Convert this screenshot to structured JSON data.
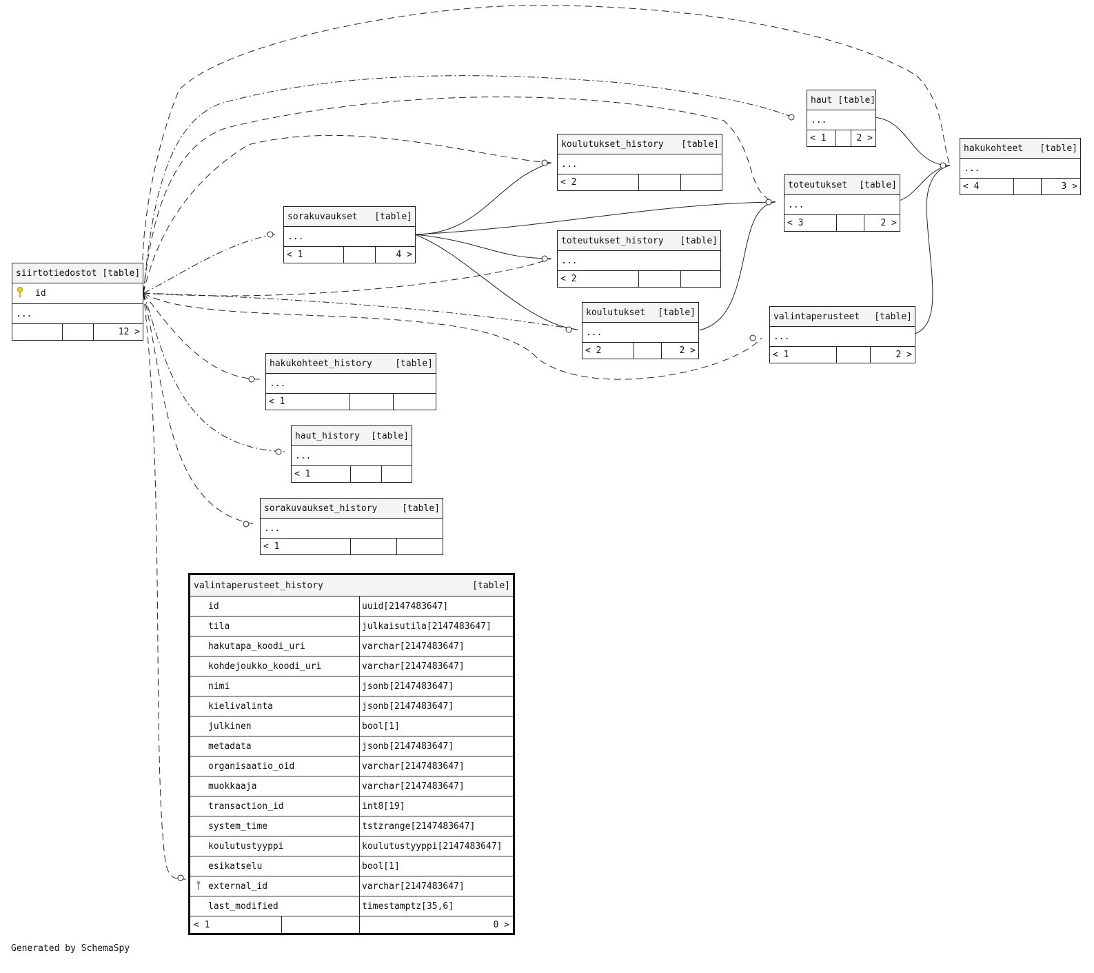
{
  "diagram": {
    "tables": [
      {
        "id": "siirtotiedostot",
        "name": "siirtotiedostot",
        "tag": "[table]",
        "pk": "id",
        "rows": [
          "..."
        ],
        "footer": [
          "",
          "",
          "12 >"
        ]
      },
      {
        "id": "sorakuvaukset",
        "name": "sorakuvaukset",
        "tag": "[table]",
        "rows": [
          "..."
        ],
        "footer": [
          "< 1",
          "",
          "4 >"
        ]
      },
      {
        "id": "koulutukset_history",
        "name": "koulutukset_history",
        "tag": "[table]",
        "rows": [
          "..."
        ],
        "footer": [
          "< 2",
          "",
          ""
        ]
      },
      {
        "id": "toteutukset_history",
        "name": "toteutukset_history",
        "tag": "[table]",
        "rows": [
          "..."
        ],
        "footer": [
          "< 2",
          "",
          ""
        ]
      },
      {
        "id": "koulutukset",
        "name": "koulutukset",
        "tag": "[table]",
        "rows": [
          "..."
        ],
        "footer": [
          "< 2",
          "",
          "2 >"
        ]
      },
      {
        "id": "haut",
        "name": "haut",
        "tag": "[table]",
        "rows": [
          "..."
        ],
        "footer": [
          "< 1",
          "",
          "2 >"
        ]
      },
      {
        "id": "toteutukset",
        "name": "toteutukset",
        "tag": "[table]",
        "rows": [
          "..."
        ],
        "footer": [
          "< 3",
          "",
          "2 >"
        ]
      },
      {
        "id": "valintaperusteet",
        "name": "valintaperusteet",
        "tag": "[table]",
        "rows": [
          "..."
        ],
        "footer": [
          "< 1",
          "",
          "2 >"
        ]
      },
      {
        "id": "hakukohteet",
        "name": "hakukohteet",
        "tag": "[table]",
        "rows": [
          "..."
        ],
        "footer": [
          "< 4",
          "",
          "3 >"
        ]
      },
      {
        "id": "hakukohteet_history",
        "name": "hakukohteet_history",
        "tag": "[table]",
        "rows": [
          "..."
        ],
        "footer": [
          "< 1",
          "",
          ""
        ]
      },
      {
        "id": "haut_history",
        "name": "haut_history",
        "tag": "[table]",
        "rows": [
          "..."
        ],
        "footer": [
          "< 1",
          "",
          ""
        ]
      },
      {
        "id": "sorakuvaukset_history",
        "name": "sorakuvaukset_history",
        "tag": "[table]",
        "rows": [
          "..."
        ],
        "footer": [
          "< 1",
          "",
          ""
        ]
      }
    ],
    "focus_table": {
      "name": "valintaperusteet_history",
      "tag": "[table]",
      "columns": [
        {
          "name": "id",
          "type": "uuid[2147483647]"
        },
        {
          "name": "tila",
          "type": "julkaisutila[2147483647]"
        },
        {
          "name": "hakutapa_koodi_uri",
          "type": "varchar[2147483647]"
        },
        {
          "name": "kohdejoukko_koodi_uri",
          "type": "varchar[2147483647]"
        },
        {
          "name": "nimi",
          "type": "jsonb[2147483647]"
        },
        {
          "name": "kielivalinta",
          "type": "jsonb[2147483647]"
        },
        {
          "name": "julkinen",
          "type": "bool[1]"
        },
        {
          "name": "metadata",
          "type": "jsonb[2147483647]"
        },
        {
          "name": "organisaatio_oid",
          "type": "varchar[2147483647]"
        },
        {
          "name": "muokkaaja",
          "type": "varchar[2147483647]"
        },
        {
          "name": "transaction_id",
          "type": "int8[19]"
        },
        {
          "name": "system_time",
          "type": "tstzrange[2147483647]"
        },
        {
          "name": "koulutustyyppi",
          "type": "koulutustyyppi[2147483647]"
        },
        {
          "name": "esikatselu",
          "type": "bool[1]"
        },
        {
          "name": "external_id",
          "type": "varchar[2147483647]",
          "index_key": true
        },
        {
          "name": "last_modified",
          "type": "timestamptz[35,6]"
        }
      ],
      "footer": [
        "< 1",
        "",
        "0 >"
      ]
    },
    "key_icon_color": "#e8d21c",
    "index_icon_color": "#9a9a9a",
    "footer_note": "Generated by SchemaSpy"
  }
}
